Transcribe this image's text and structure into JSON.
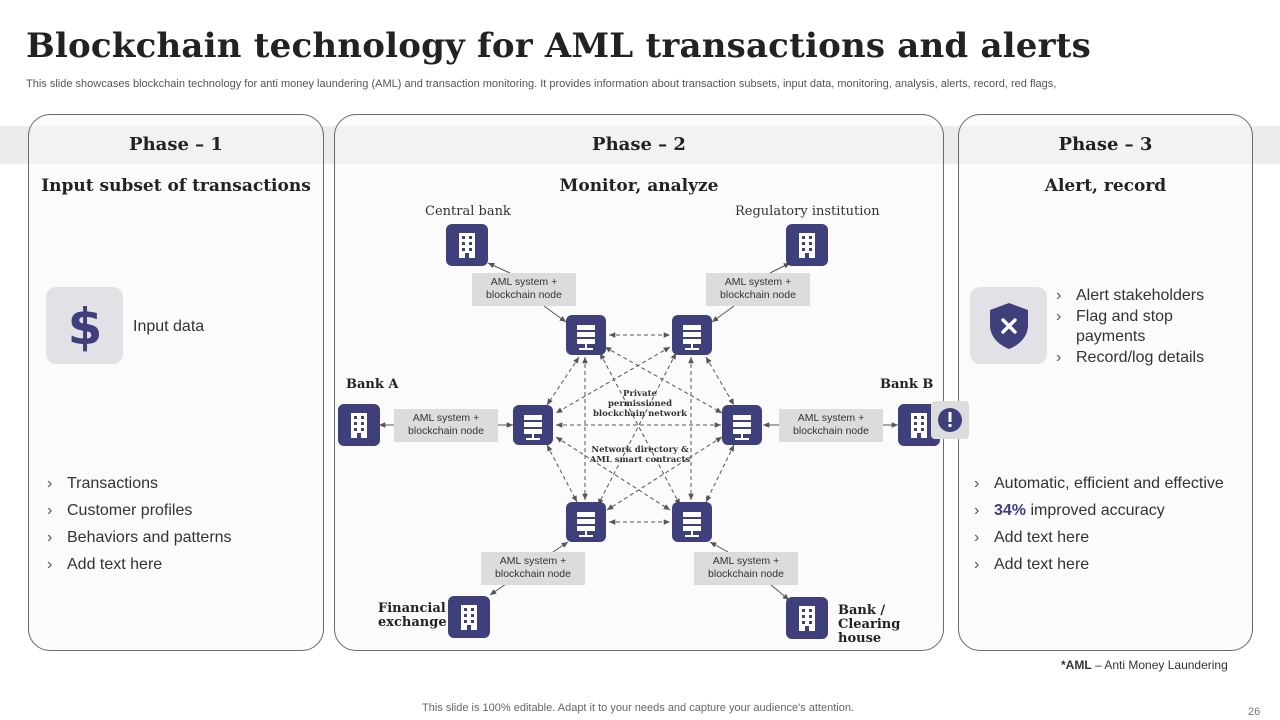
{
  "title": "Blockchain technology for AML transactions and alerts",
  "subtitle": "This slide showcases blockchain technology for anti money laundering (AML) and transaction monitoring. It provides information about transaction subsets, input data, monitoring, analysis, alerts, record, red flags,",
  "phase1": {
    "heading": "Phase – 1",
    "section": "Input subset of transactions",
    "icon": "dollar-icon",
    "input_label": "Input  data",
    "bullets": [
      "Transactions",
      "Customer profiles",
      "Behaviors and patterns",
      "Add text here"
    ]
  },
  "phase2": {
    "heading": "Phase – 2",
    "section": "Monitor, analyze",
    "labels": {
      "central_bank": "Central bank",
      "regulatory": "Regulatory institution",
      "bank_a": "Bank A",
      "bank_b": "Bank B",
      "financial_exchange": "Financial exchange",
      "clearing_house": "Bank / Clearing house"
    },
    "aml_node": "AML system + blockchain node",
    "center_label_1": "Private permissioned blockchain network",
    "center_label_2": "Network directory & AML smart contracts"
  },
  "phase3": {
    "heading": "Phase – 3",
    "section": "Alert, record",
    "icon": "shield-x-icon",
    "top_bullets": [
      "Alert stakeholders",
      "Flag and stop payments",
      "Record/log details"
    ],
    "bottom_bullets": [
      {
        "pre": "",
        "strong": "",
        "post": "Automatic, efficient and effective"
      },
      {
        "pre": "",
        "strong": "34%",
        "post": " improved accuracy"
      },
      {
        "pre": "",
        "strong": "",
        "post": "Add text here"
      },
      {
        "pre": "",
        "strong": "",
        "post": "Add text here"
      }
    ]
  },
  "footnote": {
    "strong": "*AML",
    "rest": " – Anti Money Laundering"
  },
  "footer": "This slide is 100% editable. Adapt it to your needs and capture your audience's attention.",
  "page_number": "26",
  "colors": {
    "accent": "#3e3f7b",
    "panel_border": "#6a6a6a",
    "band": "#ececef",
    "aml_box": "#dcdcdf",
    "icon_box": "#e2e2e6"
  },
  "icons": {
    "bank": "bank-building-icon",
    "server": "server-node-icon",
    "alert": "exclamation-circle-icon"
  }
}
